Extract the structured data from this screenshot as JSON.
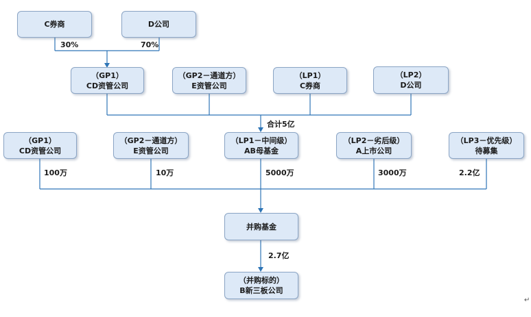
{
  "top_shareholders": [
    {
      "line1": "C券商",
      "stake": "30%"
    },
    {
      "line1": "D公司",
      "stake": "70%"
    }
  ],
  "parent_fund_partners": [
    {
      "line1": "（GP1）",
      "line2": "CD资管公司"
    },
    {
      "line1": "（GP2－通道方）",
      "line2": "E资管公司"
    },
    {
      "line1": "（LP1）",
      "line2": "C券商"
    },
    {
      "line1": "（LP2）",
      "line2": "D公司"
    }
  ],
  "parent_fund_total": "合计5亿",
  "merger_fund_partners": [
    {
      "line1": "（GP1）",
      "line2": "CD资管公司",
      "amount": "100万"
    },
    {
      "line1": "（GP2－通道方）",
      "line2": "E资管公司",
      "amount": "10万"
    },
    {
      "line1": "（LP1－中间级）",
      "line2": "AB母基金",
      "amount": "5000万"
    },
    {
      "line1": "（LP2－劣后级）",
      "line2": "A上市公司",
      "amount": "3000万"
    },
    {
      "line1": "（LP3－优先级）",
      "line2": "待募集",
      "amount": "2.2亿"
    }
  ],
  "merger_fund": {
    "label": "并购基金",
    "investment": "2.7亿"
  },
  "target": {
    "line1": "（并购标的）",
    "line2": "B新三板公司"
  },
  "colors": {
    "box_fill": "#dde9f7",
    "box_border": "#8aa4c4",
    "connector": "#2e75b6"
  },
  "corner_mark": "↵"
}
